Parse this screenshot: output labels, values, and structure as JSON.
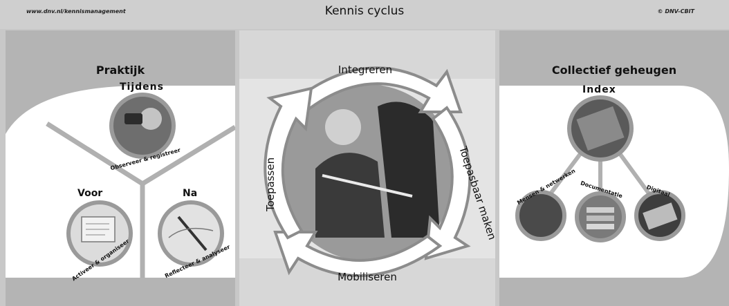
{
  "header": {
    "url": "www.dnv.nl/kennismanagement",
    "title": "Kennis cyclus",
    "copyright": "© DNV-CBIT"
  },
  "left": {
    "title": "Praktijk",
    "tijdens": "Tijdens",
    "tijdens_sub": "Observeer & registreer",
    "voor": "Voor",
    "voor_sub": "Activeer & organiseer",
    "na": "Na",
    "na_sub": "Reflecteer & analyseer"
  },
  "middle": {
    "top": "Integreren",
    "right": "Toepasbaar maken",
    "bottom": "Mobiliseren",
    "left": "Toepassen"
  },
  "right": {
    "title": "Collectief geheugen",
    "index": "Index",
    "people": "Mensen & netwerken",
    "docs": "Documentatie",
    "digital": "Digitaal"
  },
  "colors": {
    "bg": "#c8c8c8",
    "panel": "#b4b4b4",
    "white": "#ffffff",
    "ring": "#8c8c8c"
  }
}
